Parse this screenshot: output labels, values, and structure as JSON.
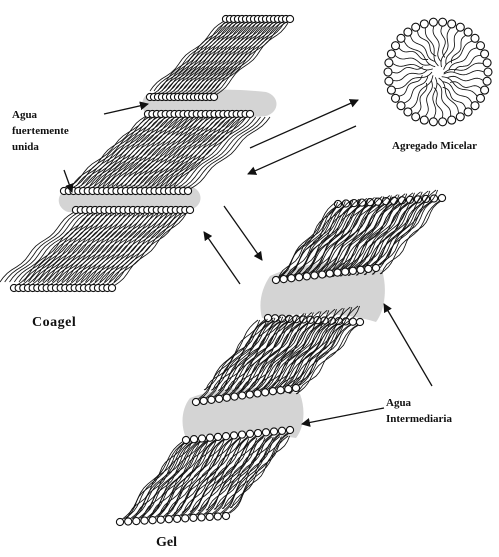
{
  "labels": {
    "agua_fuertemente_unida": [
      "Agua",
      "fuertemente",
      "unida"
    ],
    "agregado_micelar": "Agregado Micelar",
    "coagel": "Coagel",
    "agua_intermediaria": [
      "Agua",
      "Intermediaria"
    ],
    "gel": "Gel"
  },
  "colors": {
    "ink": "#111111",
    "water_region": "#d2d2d2",
    "background": "#ffffff"
  }
}
